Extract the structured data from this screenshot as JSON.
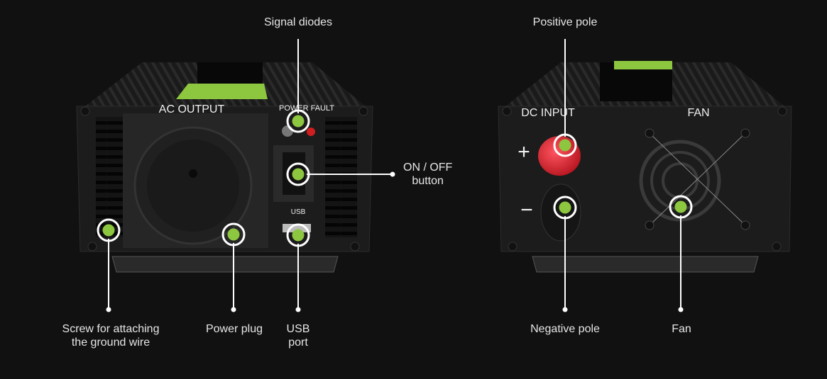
{
  "colors": {
    "background": "#111111",
    "accent": "#8dc63f",
    "device": "#1c1c1c",
    "positive_terminal": "#e0222a",
    "callout": "#ffffff"
  },
  "front_panel": {
    "ac_output": "AC OUTPUT",
    "power_fault": "POWER FAULT",
    "usb": "USB"
  },
  "back_panel": {
    "dc_input": "DC INPUT",
    "fan": "FAN",
    "plus": "+",
    "minus": "−"
  },
  "callouts": {
    "signal_diodes": "Signal diodes",
    "on_off": "ON / OFF\nbutton",
    "screw": "Screw for attaching\nthe ground wire",
    "power_plug": "Power plug",
    "usb_port": "USB\nport",
    "positive_pole": "Positive pole",
    "negative_pole": "Negative pole",
    "fan": "Fan"
  }
}
